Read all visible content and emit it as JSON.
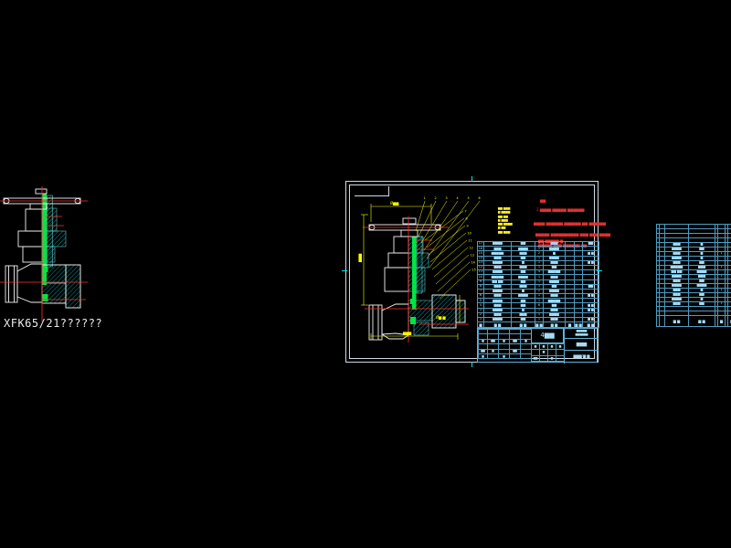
{
  "left_view": {
    "caption": "XFK65/21??????"
  },
  "colors": {
    "background": "#000000",
    "outline_white": "#f2f2f2",
    "frame_blue": "#cdd9e4",
    "hatch_cyan": "#00d8d8",
    "gate_green": "#00e640",
    "centerline_red": "#ff3030",
    "note_red": "#e23030",
    "dimension_yellow": "#ffff00",
    "table_line_blue": "#4f9cc0",
    "table_text_blue": "#a8dcf6"
  },
  "sheet": {
    "red_notes": [
      "▆▆",
      "2.▆▆▆▆ ▆▆▆▆▆ ▆▆▆▆▆▆",
      "▆▆▆▆ ▆▆▆▆▆▆ ▆▆▆▆▆▆ ▆▆ ▆▆▆▆▆▆",
      "▆▆▆▆▆ ▆▆▆▆▆▆▆▆▆▆ ▆▆▆ ▆▆▆ ▆▆▆▆",
      "▆▆ ▆▆▆▆▆ ▆",
      "▆▆▆▆▆ ▆▆▆ ▆▆▆▆▆▆ ▆▆"
    ],
    "yellow_stack": [
      "▆▆ ▆▆▆",
      "▆ ▆▆▆▆",
      "▆▆ ▆▆",
      "▆ ▆▆▆",
      "▆▆ ▆▆▆▆",
      "▆ ▆▆",
      "▆▆ ▆▆▆"
    ],
    "balloons": [
      "1",
      "2",
      "3",
      "4",
      "5",
      "6",
      "7",
      "8",
      "9",
      "10",
      "11",
      "12",
      "13",
      "14",
      "15"
    ],
    "dims": {
      "top": "Ø▆▆",
      "left": "▆▆▆",
      "bottom": "▆▆▆",
      "phi": "Ø▆.▆"
    },
    "bom_rows": [
      [
        "17",
        "▆▆▆▆",
        "▆▆",
        "1",
        "▆▆▆",
        "",
        "",
        "▆▆"
      ],
      [
        "16",
        "▆▆▆",
        "▆▆▆▆",
        "1",
        "▆▆▆▆",
        "",
        "",
        ""
      ],
      [
        "15",
        "▆▆▆▆▆",
        "▆▆▆",
        "2",
        "▆",
        "",
        "",
        "▆ ▆"
      ],
      [
        "14",
        "▆▆▆",
        "▆▆",
        "1",
        "▆▆▆▆",
        "",
        "",
        ""
      ],
      [
        "13",
        "▆▆▆▆",
        "▆",
        "1",
        "▆▆▆",
        "",
        "",
        "▆ ▆"
      ],
      [
        "12",
        "▆▆▆",
        "▆▆▆",
        "1",
        "▆▆",
        "",
        "",
        ""
      ],
      [
        "11",
        "▆▆▆▆",
        "▆▆",
        "4",
        "▆▆▆▆▆",
        "",
        "",
        ""
      ],
      [
        "10",
        "▆▆▆▆▆",
        "▆▆▆▆",
        "1",
        "▆▆▆",
        "",
        "",
        ""
      ],
      [
        "9",
        "▆▆ ▆▆",
        "▆▆",
        "1",
        "▆▆▆▆",
        "",
        "",
        ""
      ],
      [
        "8",
        "▆▆▆",
        "▆▆▆",
        "1",
        "▆▆",
        "",
        "",
        "▆▆"
      ],
      [
        "7",
        "▆▆▆▆",
        "▆",
        "2",
        "▆▆▆▆",
        "",
        "",
        ""
      ],
      [
        "6",
        "▆▆▆",
        "▆▆▆▆",
        "1",
        "▆▆▆",
        "",
        "",
        "▆ ▆"
      ],
      [
        "5",
        "▆▆▆▆",
        "▆▆",
        "1",
        "▆▆▆▆▆",
        "",
        "",
        ""
      ],
      [
        "4",
        "▆▆▆",
        "▆▆",
        "6",
        "▆▆",
        "",
        "",
        "▆ ▆"
      ],
      [
        "3",
        "▆▆▆▆",
        "▆",
        "1",
        "▆▆▆",
        "",
        "",
        "▆ ▆"
      ],
      [
        "2",
        "▆▆▆",
        "▆▆▆",
        "1",
        "▆▆▆▆",
        "",
        "",
        ""
      ],
      [
        "1",
        "▆▆▆▆",
        "▆▆",
        "1",
        "▆▆▆",
        "",
        "",
        "▆ ▆"
      ]
    ],
    "bom_footer": [
      "▆",
      "▆ ▆",
      "▆ ▆",
      "▆ ▆",
      "▆ ▆",
      "▆",
      "▆ ▆",
      "▆ ▆"
    ],
    "tb_big": "4▆▆",
    "tb_right_cells": [
      "▆▆▆▆▆\n▆▆▆▆▆▆",
      "▆▆▆",
      "▆▆▆/▆ ▆"
    ],
    "tb_left_rows": [
      [
        "",
        "",
        "",
        "",
        ""
      ],
      [
        "",
        "",
        "",
        "",
        ""
      ],
      [
        "▆",
        "▆▆",
        "▆",
        "▆▆",
        "▆"
      ],
      [
        "",
        "",
        "",
        "",
        ""
      ],
      [
        "▆▆",
        "▆",
        "",
        "▆▆",
        ""
      ],
      [
        "▆",
        "",
        "▆",
        "",
        ""
      ]
    ],
    "tb_scale_rows": [
      [
        "▆",
        "▆",
        "▆",
        "▆"
      ],
      [
        "",
        "▆",
        "",
        ""
      ],
      [
        "▆▆",
        "",
        "▆",
        ""
      ]
    ]
  },
  "right_table": {
    "rows": [
      [
        "",
        "",
        "",
        "",
        "",
        "",
        "",
        ""
      ],
      [
        "",
        "",
        "",
        "",
        "",
        "",
        "",
        ""
      ],
      [
        "",
        "",
        "",
        "",
        "",
        "",
        "",
        ""
      ],
      [
        "",
        "",
        "",
        "",
        "",
        "",
        "",
        ""
      ],
      [
        "",
        "",
        "▆▆▆",
        "▆",
        "",
        "",
        "",
        ""
      ],
      [
        "",
        "",
        "▆▆▆▆",
        "▆▆",
        "",
        "",
        "",
        ""
      ],
      [
        "",
        "",
        "▆▆▆",
        "▆",
        "",
        "1",
        "",
        ""
      ],
      [
        "",
        "",
        "▆▆▆▆",
        "▆",
        "",
        "",
        "",
        ""
      ],
      [
        "",
        "",
        "▆▆▆",
        "▆▆",
        "",
        "",
        "",
        ""
      ],
      [
        "",
        "",
        "▆▆▆▆▆",
        "▆▆▆",
        "",
        "1",
        "",
        ""
      ],
      [
        "",
        "",
        "▆▆ ▆▆",
        "▆▆▆▆",
        "",
        "",
        "",
        ""
      ],
      [
        "",
        "",
        "▆▆▆▆",
        "▆▆▆",
        "",
        "1",
        "",
        ""
      ],
      [
        "",
        "",
        "▆▆▆",
        "▆▆",
        "",
        "",
        "",
        ""
      ],
      [
        "",
        "",
        "▆▆▆▆",
        "▆▆▆▆",
        "",
        "",
        "",
        ""
      ],
      [
        "",
        "",
        "▆▆▆",
        "▆",
        "",
        "1",
        "",
        ""
      ],
      [
        "",
        "",
        "▆▆▆",
        "▆▆",
        "",
        "",
        "",
        ""
      ],
      [
        "",
        "",
        "▆▆▆▆",
        "▆",
        "",
        "",
        "",
        ""
      ],
      [
        "",
        "",
        "▆▆▆",
        "▆▆",
        "",
        "1",
        "",
        ""
      ],
      [
        "",
        "",
        "",
        "",
        "",
        "",
        "",
        ""
      ],
      [
        "",
        "",
        "",
        "",
        "",
        "",
        "",
        ""
      ]
    ],
    "footer": [
      "",
      "",
      "▆ ▆",
      "▆ ▆",
      "",
      "▆",
      "",
      "▆▆"
    ]
  }
}
